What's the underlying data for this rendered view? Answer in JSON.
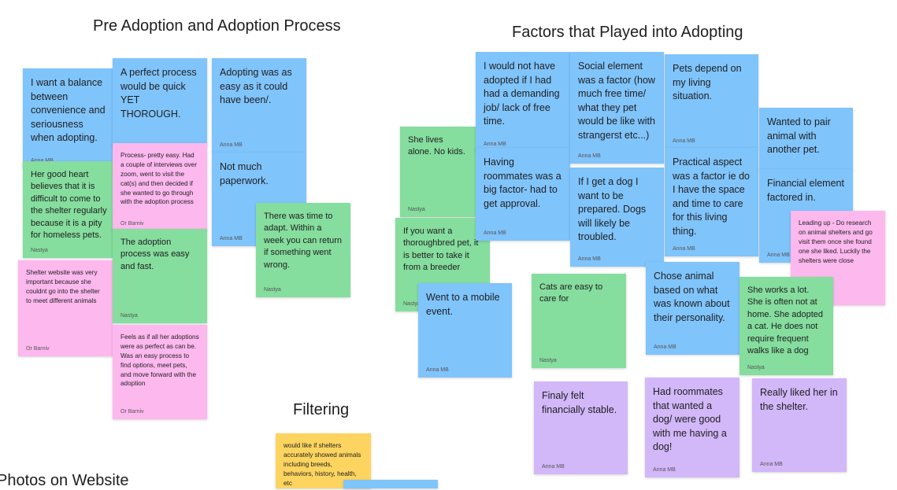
{
  "headings": {
    "pre_adoption": "Pre Adoption and Adoption Process",
    "factors": "Factors that Played into Adopting",
    "filtering": "Filtering",
    "photos": "Photos on Website"
  },
  "colors": {
    "blue": "#80c4fc",
    "green": "#85dd9e",
    "pink": "#fdb8ee",
    "purple": "#d2b7f9",
    "yellow": "#fcd45f"
  },
  "notes": [
    {
      "text": "I want a balance between convenience and seriousness when adopting.",
      "author": "Anna MB"
    },
    {
      "text": "A perfect process would be quick YET THOROUGH.",
      "author": ""
    },
    {
      "text": "Adopting was as easy as it could have been/.",
      "author": "Anna MB"
    },
    {
      "text": "Not much paperwork.",
      "author": "Anna MB"
    },
    {
      "text": "Process- pretty easy. Had a couple of interviews over zoom, went to visit the cat(s) and then decided if she wanted to go through with the adoption process",
      "author": "Or Barniv"
    },
    {
      "text": "Her good heart believes that it is difficult to come to the shelter regularly because it is a pity for homeless pets.",
      "author": "Nastya"
    },
    {
      "text": "The adoption process was easy and fast.",
      "author": "Nastya"
    },
    {
      "text": "There was time to adapt. Within a week you can return if something went wrong.",
      "author": "Nastya"
    },
    {
      "text": "Shelter website was very important because she couldnt go into the shelter to meet different animals",
      "author": "Or Barniv"
    },
    {
      "text": "Feels as if all her adoptions were as perfect as can be. Was an easy process to find options, meet pets, and move forward with the adoption",
      "author": "Or Barniv"
    },
    {
      "text": "I would not have adopted if I had had a demanding job/ lack of free time.",
      "author": "Anna MB"
    },
    {
      "text": "Social element was a factor (how much free time/ what they pet would be like with strangerst etc...)",
      "author": "Anna MB"
    },
    {
      "text": "Pets depend on my living situation.",
      "author": "Anna MB"
    },
    {
      "text": "Wanted to pair animal with another pet.",
      "author": ""
    },
    {
      "text": "Financial element factored in.",
      "author": "Anna MB"
    },
    {
      "text": "She lives alone. No kids.",
      "author": "Nastya"
    },
    {
      "text": "Having roommates was a big factor- had to get approval.",
      "author": "Anna MB"
    },
    {
      "text": "If I get a dog I want to be prepared. Dogs will likely be troubled.",
      "author": "Anna MB"
    },
    {
      "text": "Practical aspect was a factor ie do I have the space and time to care for this living thing.",
      "author": "Anna MB"
    },
    {
      "text": "Leading up - Do research on animal shelters and go visit them once she found one she liked. Luckily the shelters were close",
      "author": ""
    },
    {
      "text": "If you want a thoroughbred pet, it is better to take it from a breeder",
      "author": "Nastya"
    },
    {
      "text": "Went to a mobile event.",
      "author": "Anna MB"
    },
    {
      "text": "Cats are easy to care for",
      "author": "Nastya"
    },
    {
      "text": "Chose animal based on what was known about their personality.",
      "author": "Anna MB"
    },
    {
      "text": "She works a lot. She is often not at home. She adopted a cat. He does not require frequent walks like a dog",
      "author": "Nastya"
    },
    {
      "text": "Finaly felt financially stable.",
      "author": "Anna MB"
    },
    {
      "text": "Had roommates that wanted a dog/ were good with me having a dog!",
      "author": "Anna MB"
    },
    {
      "text": "Really liked her in the shelter.",
      "author": "Anna MB"
    },
    {
      "text": "would like if shelters accurately showed animals including breeds, behaviors, history, health, etc",
      "author": ""
    },
    {
      "text": "",
      "author": ""
    }
  ]
}
